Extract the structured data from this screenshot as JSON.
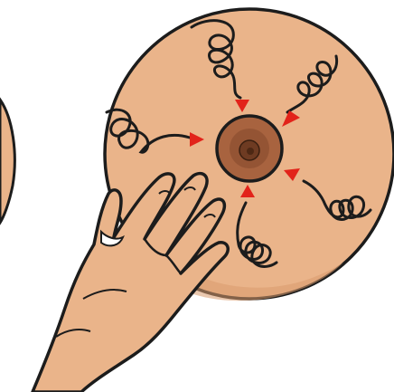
{
  "illustration": {
    "subject": "breast-massage-illustration",
    "colors": {
      "skin": "#eab48a",
      "skin_shadow": "#d99b6e",
      "areola": "#a8633f",
      "areola_inner": "#8c4f31",
      "nipple": "#6e3b22",
      "outline": "#1c1c1c",
      "arrow": "#e2231a",
      "background": "#ffffff"
    },
    "elements": {
      "breast_left_partial": "breast-left-edge",
      "breast_main": "breast-main",
      "hand": "hand",
      "areola": "areola",
      "arrows_count": 5,
      "spirals_count": 5
    }
  }
}
